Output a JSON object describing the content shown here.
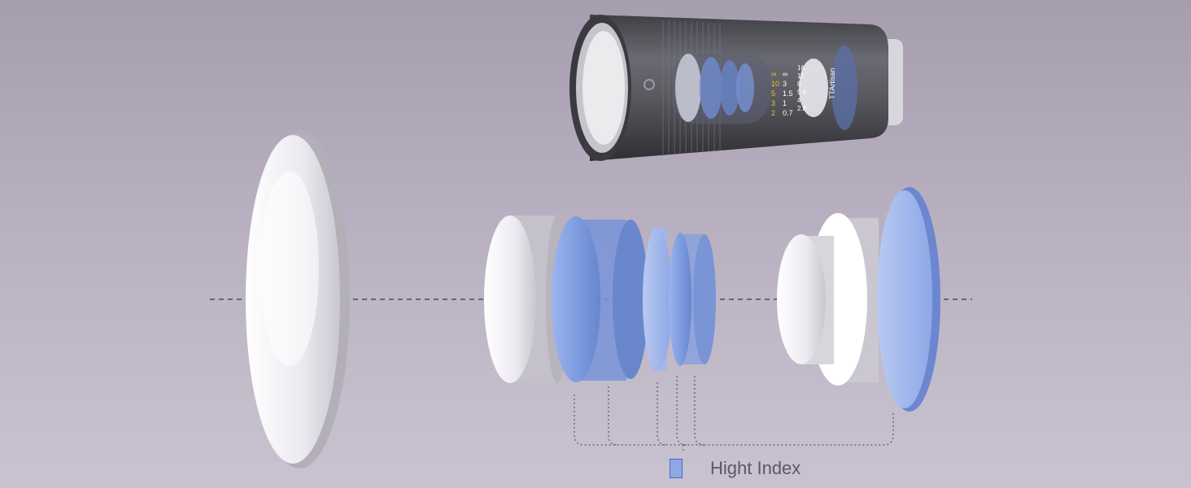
{
  "legend": {
    "label": "Hight Index",
    "swatch_color": "#8ea8e6",
    "swatch_border": "#4a68c2"
  },
  "lens_body": {
    "brand": "TTArtisan",
    "focus_scale_ft": [
      "∞",
      "10",
      "5",
      "3",
      "2"
    ],
    "focus_scale_m": [
      "∞",
      "3",
      "1.5",
      "1",
      "0.7"
    ],
    "aperture_scale": [
      "16",
      "11",
      "8",
      "5.6",
      "4",
      "2.8"
    ]
  },
  "colors": {
    "background_top": "#a69eae",
    "background_bottom": "#c9c3d1",
    "clear_glass": "#f2f1f5",
    "high_index_glass": "#7e9ee0",
    "barrel": "#55555b"
  }
}
